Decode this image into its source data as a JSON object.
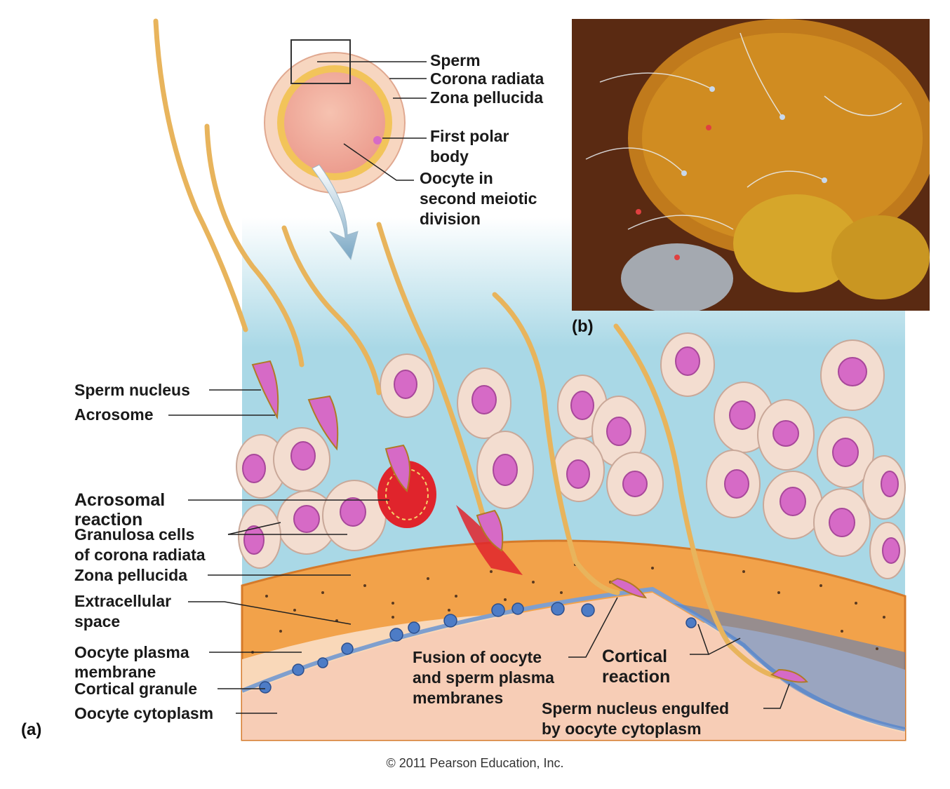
{
  "labels": {
    "top": {
      "sperm": "Sperm",
      "corona_radiata": "Corona radiata",
      "zona_pellucida": "Zona pellucida",
      "first_polar_body": "First polar\nbody",
      "oocyte": "Oocyte in\nsecond meiotic\ndivision"
    },
    "left": {
      "sperm_nucleus": "Sperm nucleus",
      "acrosome": "Acrosome",
      "acrosomal_reaction": "Acrosomal\nreaction",
      "granulosa_cells": "Granulosa cells\nof corona radiata",
      "zona_pellucida": "Zona pellucida",
      "extracellular_space": "Extracellular\nspace",
      "oocyte_plasma_membrane": "Oocyte plasma\nmembrane",
      "cortical_granule": "Cortical granule",
      "oocyte_cytoplasm": "Oocyte cytoplasm"
    },
    "bottom": {
      "fusion": "Fusion of oocyte\nand sperm plasma\nmembranes",
      "cortical_reaction": "Cortical\nreaction",
      "sperm_engulfed": "Sperm nucleus engulfed\nby oocyte cytoplasm"
    }
  },
  "panels": {
    "a": "(a)",
    "b": "(b)"
  },
  "copyright": "© 2011 Pearson Education, Inc.",
  "colors": {
    "sky": "#a9d8e6",
    "zona": "#f2a24a",
    "cytoplasm": "#f7cdb6",
    "cell": "#f3ddd0",
    "nucleus": "#d66ac6",
    "sperm": "#e8b45c",
    "acrosome_red": "#e0242c",
    "granule": "#4d7cc6",
    "membrane": "#7f9fce",
    "photo_bg": "#5a2a12"
  }
}
